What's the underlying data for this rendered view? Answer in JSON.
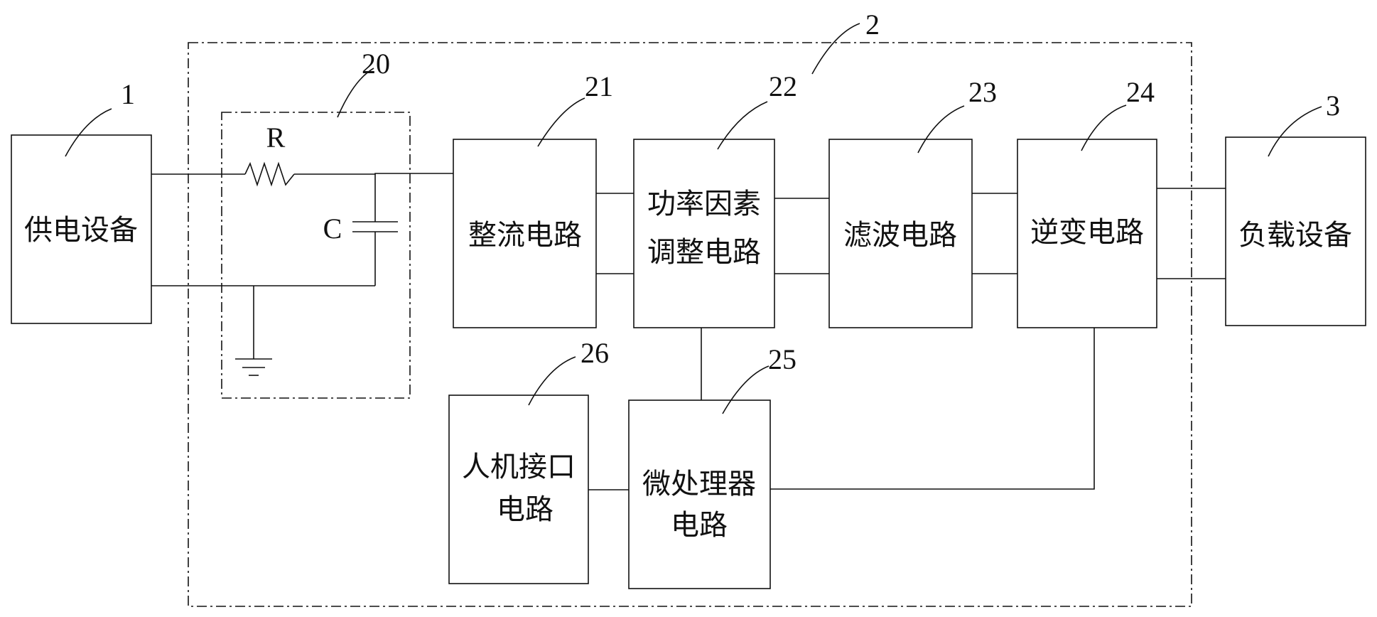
{
  "refs": {
    "supply": "1",
    "system": "2",
    "load": "3",
    "filter_network": "20",
    "rectifier": "21",
    "pfc": "22",
    "filter": "23",
    "inverter": "24",
    "mcu": "25",
    "hmi": "26"
  },
  "components": {
    "resistor": "R",
    "capacitor": "C"
  },
  "blocks": {
    "supply": "供电设备",
    "rectifier": "整流电路",
    "pfc_line1": "功率因素",
    "pfc_line2": "调整电路",
    "filter": "滤波电路",
    "inverter": "逆变电路",
    "load": "负载设备",
    "hmi_line1": "人机接口",
    "hmi_line2": "电路",
    "mcu_line1": "微处理器",
    "mcu_line2": "电路"
  }
}
